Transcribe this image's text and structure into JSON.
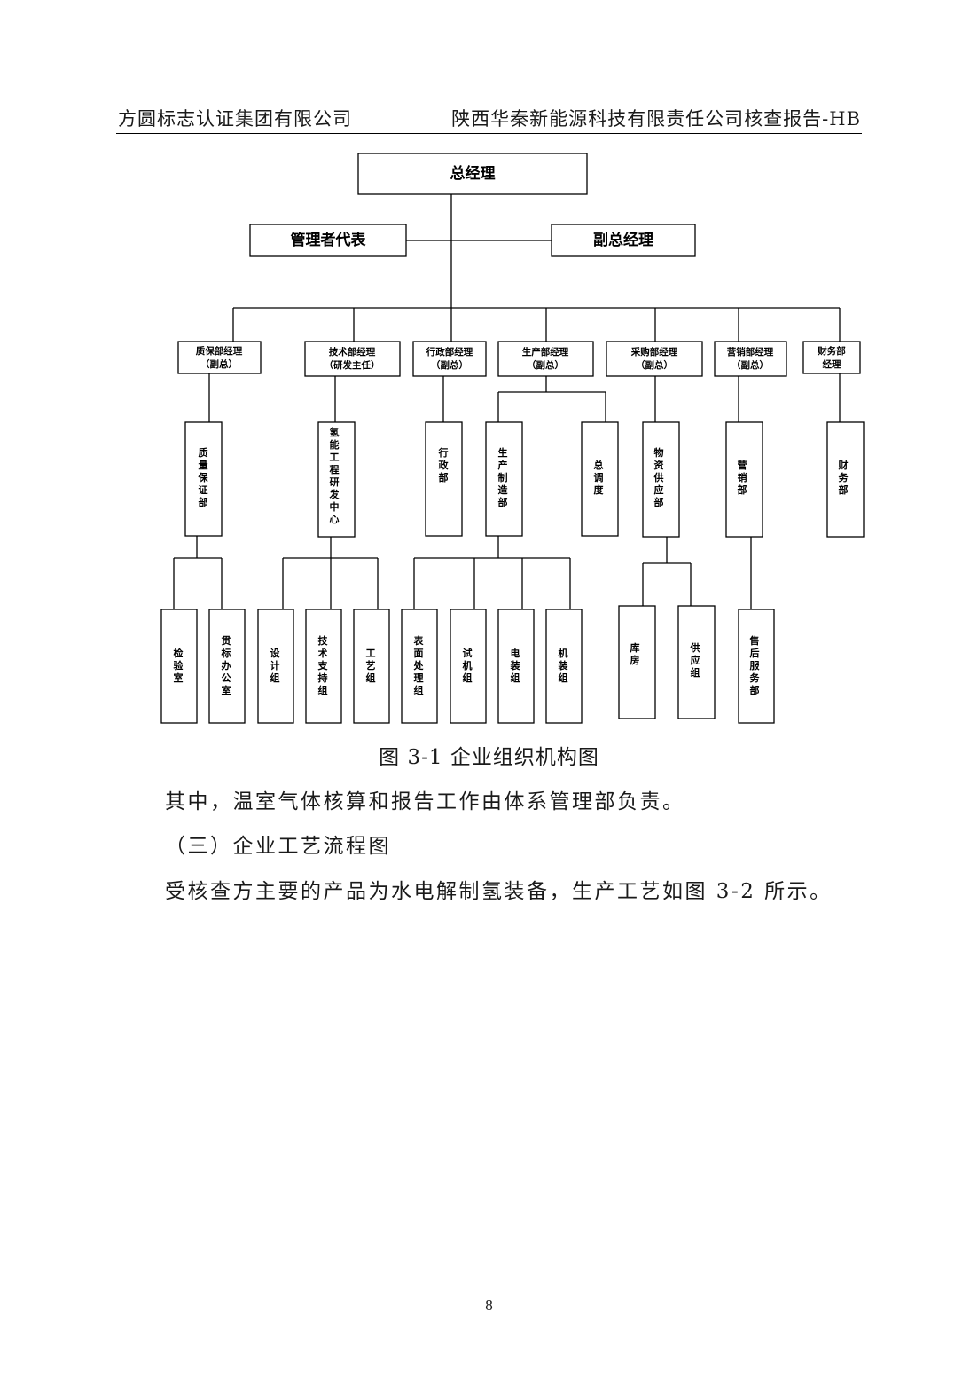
{
  "header": {
    "left": "方圆标志认证集团有限公司",
    "right": "陕西华秦新能源科技有限责任公司核查报告-HB"
  },
  "org_chart": {
    "top": "总经理",
    "side_left": "管理者代表",
    "side_right": "副总经理",
    "managers": [
      {
        "line1": "质保部经理",
        "line2": "（副总）"
      },
      {
        "line1": "技术部经理",
        "line2": "（研发主任）"
      },
      {
        "line1": "行政部经理",
        "line2": "（副总）"
      },
      {
        "line1": "生产部经理",
        "line2": "（副总）"
      },
      {
        "line1": "采购部经理",
        "line2": "（副总）"
      },
      {
        "line1": "营销部经理",
        "line2": "（副总）"
      },
      {
        "line1": "财务部",
        "line2": "经理"
      }
    ],
    "departments": [
      "质量保证部",
      "氢能工程研发中心",
      "行政部",
      "生产制造部",
      "总调度",
      "物资供应部",
      "营销部",
      "财务部"
    ],
    "groups": [
      "检验室",
      "贯标办公室",
      "设计组",
      "技术支持组",
      "工艺组",
      "表面处理组",
      "试机组",
      "电装组",
      "机装组",
      "库房",
      "供应组",
      "售后服务部"
    ]
  },
  "caption": "图 3-1 企业组织机构图",
  "paragraphs": [
    "其中，温室气体核算和报告工作由体系管理部负责。",
    "（三）企业工艺流程图",
    "受核查方主要的产品为水电解制氢装备，生产工艺如图 3-2 所示。"
  ],
  "page_number": "8"
}
